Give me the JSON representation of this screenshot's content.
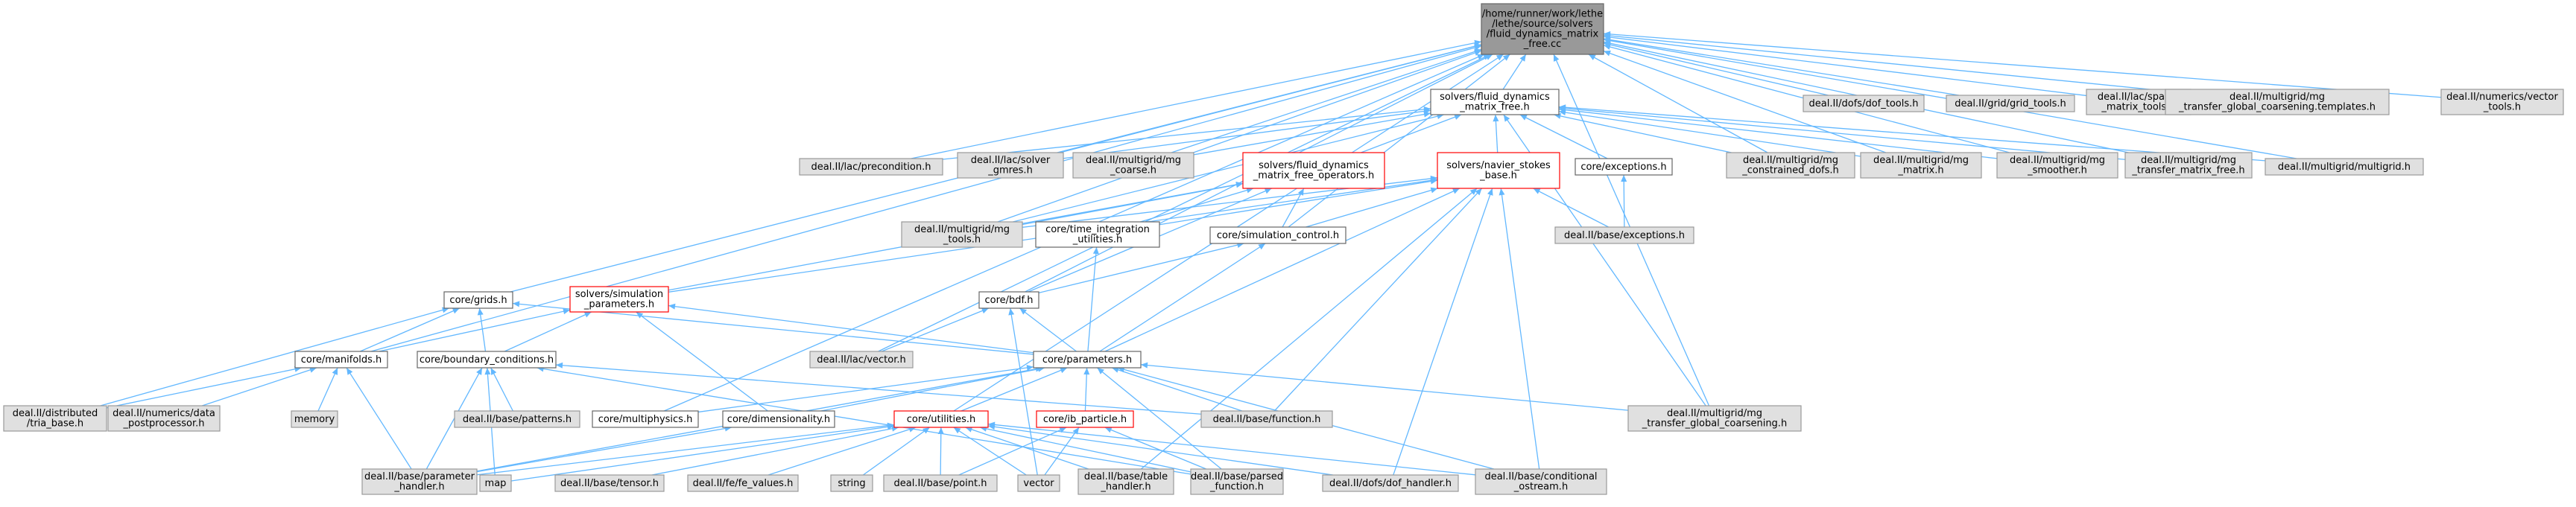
{
  "colors": {
    "root_fill": "#999999",
    "external_fill": "#e0e0e0",
    "external_stroke": "#999999",
    "internal_fill": "#ffffff",
    "internal_stroke": "#666666",
    "incomplete_stroke": "#ff0000",
    "edge": "#63b8ff"
  },
  "nodes": [
    {
      "id": "root",
      "lines": [
        "/home/runner/work/lethe",
        "/lethe/source/solvers",
        "/fluid_dynamics_matrix",
        "_free.cc"
      ],
      "style": "root"
    },
    {
      "id": "fdmf_h",
      "lines": [
        "solvers/fluid_dynamics",
        "_matrix_free.h"
      ],
      "style": "internal"
    },
    {
      "id": "dof_tools",
      "lines": [
        "deal.II/dofs/dof_tools.h"
      ],
      "style": "external"
    },
    {
      "id": "grid_tools",
      "lines": [
        "deal.II/grid/grid_tools.h"
      ],
      "style": "external"
    },
    {
      "id": "sparse_matrix_tools",
      "lines": [
        "deal.II/lac/sparse",
        "_matrix_tools.h"
      ],
      "style": "external"
    },
    {
      "id": "mg_tgc_templates",
      "lines": [
        "deal.II/multigrid/mg",
        "_transfer_global_coarsening.templates.h"
      ],
      "style": "external"
    },
    {
      "id": "vector_tools",
      "lines": [
        "deal.II/numerics/vector",
        "_tools.h"
      ],
      "style": "external"
    },
    {
      "id": "precondition",
      "lines": [
        "deal.II/lac/precondition.h"
      ],
      "style": "external"
    },
    {
      "id": "solver_gmres",
      "lines": [
        "deal.II/lac/solver",
        "_gmres.h"
      ],
      "style": "external"
    },
    {
      "id": "mg_coarse",
      "lines": [
        "deal.II/multigrid/mg",
        "_coarse.h"
      ],
      "style": "external"
    },
    {
      "id": "fd_mf_operators",
      "lines": [
        "solvers/fluid_dynamics",
        "_matrix_free_operators.h"
      ],
      "style": "incomplete"
    },
    {
      "id": "ns_base",
      "lines": [
        "solvers/navier_stokes",
        "_base.h"
      ],
      "style": "incomplete"
    },
    {
      "id": "exceptions_core",
      "lines": [
        "core/exceptions.h"
      ],
      "style": "internal"
    },
    {
      "id": "mg_constrained_dofs",
      "lines": [
        "deal.II/multigrid/mg",
        "_constrained_dofs.h"
      ],
      "style": "external"
    },
    {
      "id": "mg_matrix",
      "lines": [
        "deal.II/multigrid/mg",
        "_matrix.h"
      ],
      "style": "external"
    },
    {
      "id": "mg_smoother",
      "lines": [
        "deal.II/multigrid/mg",
        "_smoother.h"
      ],
      "style": "external"
    },
    {
      "id": "mg_transfer_mf",
      "lines": [
        "deal.II/multigrid/mg",
        "_transfer_matrix_free.h"
      ],
      "style": "external"
    },
    {
      "id": "multigrid_h",
      "lines": [
        "deal.II/multigrid/multigrid.h"
      ],
      "style": "external"
    },
    {
      "id": "mg_tools",
      "lines": [
        "deal.II/multigrid/mg",
        "_tools.h"
      ],
      "style": "external"
    },
    {
      "id": "time_int",
      "lines": [
        "core/time_integration",
        "_utilities.h"
      ],
      "style": "internal"
    },
    {
      "id": "sim_control",
      "lines": [
        "core/simulation_control.h"
      ],
      "style": "internal"
    },
    {
      "id": "base_exceptions",
      "lines": [
        "deal.II/base/exceptions.h"
      ],
      "style": "external"
    },
    {
      "id": "grids",
      "lines": [
        "core/grids.h"
      ],
      "style": "internal"
    },
    {
      "id": "sim_params",
      "lines": [
        "solvers/simulation",
        "_parameters.h"
      ],
      "style": "incomplete"
    },
    {
      "id": "bdf",
      "lines": [
        "core/bdf.h"
      ],
      "style": "internal"
    },
    {
      "id": "lac_vector",
      "lines": [
        "deal.II/lac/vector.h"
      ],
      "style": "external"
    },
    {
      "id": "manifolds",
      "lines": [
        "core/manifolds.h"
      ],
      "style": "internal"
    },
    {
      "id": "bound_cond",
      "lines": [
        "core/boundary_conditions.h"
      ],
      "style": "internal"
    },
    {
      "id": "parameters",
      "lines": [
        "core/parameters.h"
      ],
      "style": "internal"
    },
    {
      "id": "tria_base",
      "lines": [
        "deal.II/distributed",
        "/tria_base.h"
      ],
      "style": "external"
    },
    {
      "id": "data_post",
      "lines": [
        "deal.II/numerics/data",
        "_postprocessor.h"
      ],
      "style": "external"
    },
    {
      "id": "memory",
      "lines": [
        "memory"
      ],
      "style": "external"
    },
    {
      "id": "patterns",
      "lines": [
        "deal.II/base/patterns.h"
      ],
      "style": "external"
    },
    {
      "id": "multiphysics",
      "lines": [
        "core/multiphysics.h"
      ],
      "style": "internal"
    },
    {
      "id": "dimensionality",
      "lines": [
        "core/dimensionality.h"
      ],
      "style": "internal"
    },
    {
      "id": "utilities",
      "lines": [
        "core/utilities.h"
      ],
      "style": "incomplete"
    },
    {
      "id": "ib_particle",
      "lines": [
        "core/ib_particle.h"
      ],
      "style": "incomplete"
    },
    {
      "id": "base_function",
      "lines": [
        "deal.II/base/function.h"
      ],
      "style": "external"
    },
    {
      "id": "mg_tgc",
      "lines": [
        "deal.II/multigrid/mg",
        "_transfer_global_coarsening.h"
      ],
      "style": "external"
    },
    {
      "id": "param_handler",
      "lines": [
        "deal.II/base/parameter",
        "_handler.h"
      ],
      "style": "external"
    },
    {
      "id": "map",
      "lines": [
        "map"
      ],
      "style": "external"
    },
    {
      "id": "tensor",
      "lines": [
        "deal.II/base/tensor.h"
      ],
      "style": "external"
    },
    {
      "id": "fe_values",
      "lines": [
        "deal.II/fe/fe_values.h"
      ],
      "style": "external"
    },
    {
      "id": "string",
      "lines": [
        "string"
      ],
      "style": "external"
    },
    {
      "id": "point",
      "lines": [
        "deal.II/base/point.h"
      ],
      "style": "external"
    },
    {
      "id": "vector",
      "lines": [
        "vector"
      ],
      "style": "external"
    },
    {
      "id": "table_handler",
      "lines": [
        "deal.II/base/table",
        "_handler.h"
      ],
      "style": "external"
    },
    {
      "id": "parsed_function",
      "lines": [
        "deal.II/base/parsed",
        "_function.h"
      ],
      "style": "external"
    },
    {
      "id": "dof_handler",
      "lines": [
        "deal.II/dofs/dof_handler.h"
      ],
      "style": "external"
    },
    {
      "id": "cond_ostream",
      "lines": [
        "deal.II/base/conditional",
        "_ostream.h"
      ],
      "style": "external"
    }
  ],
  "edges": [
    [
      "root",
      "fdmf_h"
    ],
    [
      "root",
      "dof_tools"
    ],
    [
      "root",
      "grid_tools"
    ],
    [
      "root",
      "sparse_matrix_tools"
    ],
    [
      "root",
      "mg_tgc_templates"
    ],
    [
      "root",
      "vector_tools"
    ],
    [
      "root",
      "precondition"
    ],
    [
      "root",
      "solver_gmres"
    ],
    [
      "root",
      "mg_coarse"
    ],
    [
      "root",
      "mg_constrained_dofs"
    ],
    [
      "root",
      "mg_matrix"
    ],
    [
      "root",
      "mg_smoother"
    ],
    [
      "root",
      "mg_transfer_mf"
    ],
    [
      "root",
      "multigrid_h"
    ],
    [
      "root",
      "mg_tools"
    ],
    [
      "root",
      "sim_control"
    ],
    [
      "root",
      "grids"
    ],
    [
      "root",
      "bdf"
    ],
    [
      "root",
      "lac_vector"
    ],
    [
      "root",
      "manifolds"
    ],
    [
      "root",
      "multiphysics"
    ],
    [
      "root",
      "utilities"
    ],
    [
      "root",
      "mg_tgc"
    ],
    [
      "fdmf_h",
      "precondition"
    ],
    [
      "fdmf_h",
      "solver_gmres"
    ],
    [
      "fdmf_h",
      "mg_coarse"
    ],
    [
      "fdmf_h",
      "fd_mf_operators"
    ],
    [
      "fdmf_h",
      "ns_base"
    ],
    [
      "fdmf_h",
      "exceptions_core"
    ],
    [
      "fdmf_h",
      "mg_constrained_dofs"
    ],
    [
      "fdmf_h",
      "mg_matrix"
    ],
    [
      "fdmf_h",
      "mg_smoother"
    ],
    [
      "fdmf_h",
      "mg_transfer_mf"
    ],
    [
      "fdmf_h",
      "multigrid_h"
    ],
    [
      "fdmf_h",
      "mg_tools"
    ],
    [
      "fdmf_h",
      "mg_tgc"
    ],
    [
      "fd_mf_operators",
      "mg_tools"
    ],
    [
      "fd_mf_operators",
      "time_int"
    ],
    [
      "fd_mf_operators",
      "sim_control"
    ],
    [
      "fd_mf_operators",
      "sim_params"
    ],
    [
      "fd_mf_operators",
      "bdf"
    ],
    [
      "ns_base",
      "time_int"
    ],
    [
      "ns_base",
      "sim_control"
    ],
    [
      "ns_base",
      "base_exceptions"
    ],
    [
      "ns_base",
      "sim_params"
    ],
    [
      "ns_base",
      "parameters"
    ],
    [
      "ns_base",
      "base_function"
    ],
    [
      "ns_base",
      "table_handler"
    ],
    [
      "ns_base",
      "dof_handler"
    ],
    [
      "ns_base",
      "cond_ostream"
    ],
    [
      "ns_base",
      "mg_tools"
    ],
    [
      "exceptions_core",
      "base_exceptions"
    ],
    [
      "time_int",
      "parameters"
    ],
    [
      "sim_control",
      "bdf"
    ],
    [
      "sim_control",
      "parameters"
    ],
    [
      "grids",
      "manifolds"
    ],
    [
      "grids",
      "bound_cond"
    ],
    [
      "grids",
      "parameters"
    ],
    [
      "grids",
      "tria_base"
    ],
    [
      "sim_params",
      "manifolds"
    ],
    [
      "sim_params",
      "bound_cond"
    ],
    [
      "sim_params",
      "parameters"
    ],
    [
      "sim_params",
      "dimensionality"
    ],
    [
      "bdf",
      "lac_vector"
    ],
    [
      "bdf",
      "parameters"
    ],
    [
      "bdf",
      "vector"
    ],
    [
      "manifolds",
      "tria_base"
    ],
    [
      "manifolds",
      "data_post"
    ],
    [
      "manifolds",
      "memory"
    ],
    [
      "manifolds",
      "param_handler"
    ],
    [
      "bound_cond",
      "patterns"
    ],
    [
      "bound_cond",
      "param_handler"
    ],
    [
      "bound_cond",
      "map"
    ],
    [
      "bound_cond",
      "base_function"
    ],
    [
      "bound_cond",
      "parsed_function"
    ],
    [
      "parameters",
      "multiphysics"
    ],
    [
      "parameters",
      "dimensionality"
    ],
    [
      "parameters",
      "utilities"
    ],
    [
      "parameters",
      "ib_particle"
    ],
    [
      "parameters",
      "base_function"
    ],
    [
      "parameters",
      "mg_tgc"
    ],
    [
      "parameters",
      "param_handler"
    ],
    [
      "parameters",
      "parsed_function"
    ],
    [
      "parameters",
      "cond_ostream"
    ],
    [
      "dimensionality",
      "param_handler"
    ],
    [
      "utilities",
      "param_handler"
    ],
    [
      "utilities",
      "map"
    ],
    [
      "utilities",
      "tensor"
    ],
    [
      "utilities",
      "fe_values"
    ],
    [
      "utilities",
      "string"
    ],
    [
      "utilities",
      "point"
    ],
    [
      "utilities",
      "vector"
    ],
    [
      "utilities",
      "table_handler"
    ],
    [
      "utilities",
      "parsed_function"
    ],
    [
      "utilities",
      "dof_handler"
    ],
    [
      "utilities",
      "cond_ostream"
    ],
    [
      "ib_particle",
      "point"
    ],
    [
      "ib_particle",
      "vector"
    ],
    [
      "ib_particle",
      "parsed_function"
    ]
  ]
}
